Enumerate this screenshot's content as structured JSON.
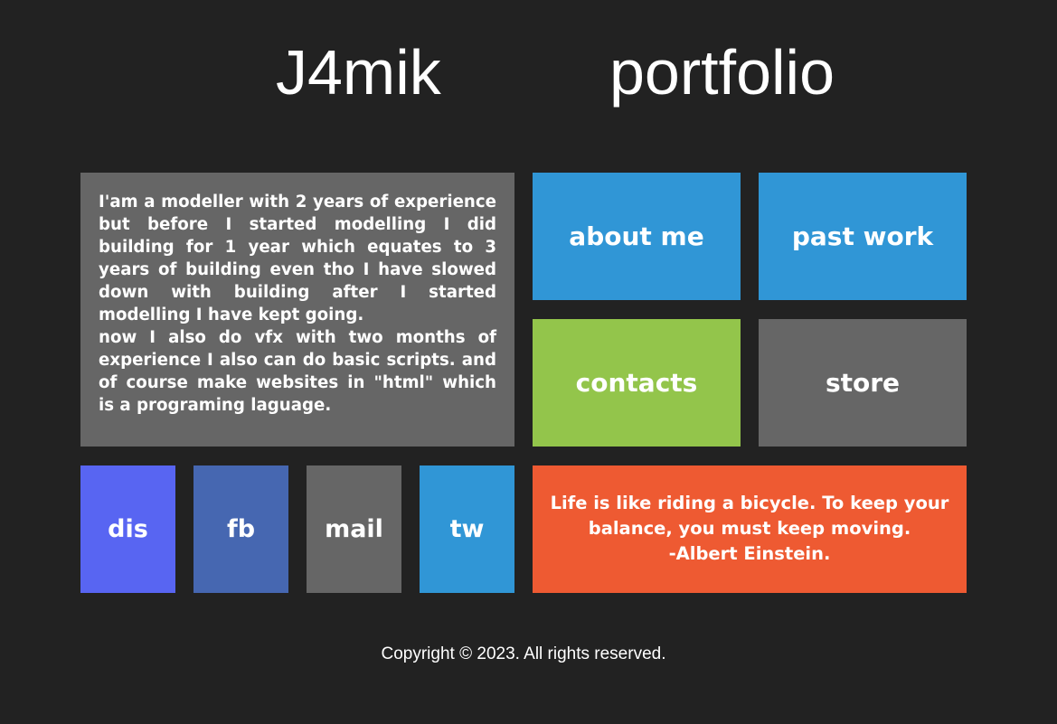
{
  "header": {
    "name": "J4mik",
    "subtitle": "portfolio"
  },
  "bio": {
    "paragraph1": "I'am a modeller with 2 years of experience but before I started modelling I did building for 1 year which equates to 3 years of building even tho I have slowed down with building after I started modelling I have kept going.",
    "paragraph2": "now I also do vfx with two months of experience I also can do basic scripts. and of course make websites in \"html\" which is a programing laguage."
  },
  "tiles": {
    "about_me": "about me",
    "past_work": "past work",
    "contacts": "contacts",
    "store": "store"
  },
  "social": {
    "discord": "dis",
    "facebook": "fb",
    "mail": "mail",
    "twitter": "tw"
  },
  "quote": {
    "line1": "Life is like riding a bicycle. To keep your",
    "line2": "balance, you must keep moving.",
    "author": "-Albert Einstein."
  },
  "footer": {
    "copyright": "Copyright © 2023. All rights reserved."
  },
  "colors": {
    "background": "#222222",
    "blue": "#3096d6",
    "green": "#93c54b",
    "gray": "#666666",
    "discord": "#5865f2",
    "facebook": "#4667b1",
    "orange": "#ee5a32"
  }
}
